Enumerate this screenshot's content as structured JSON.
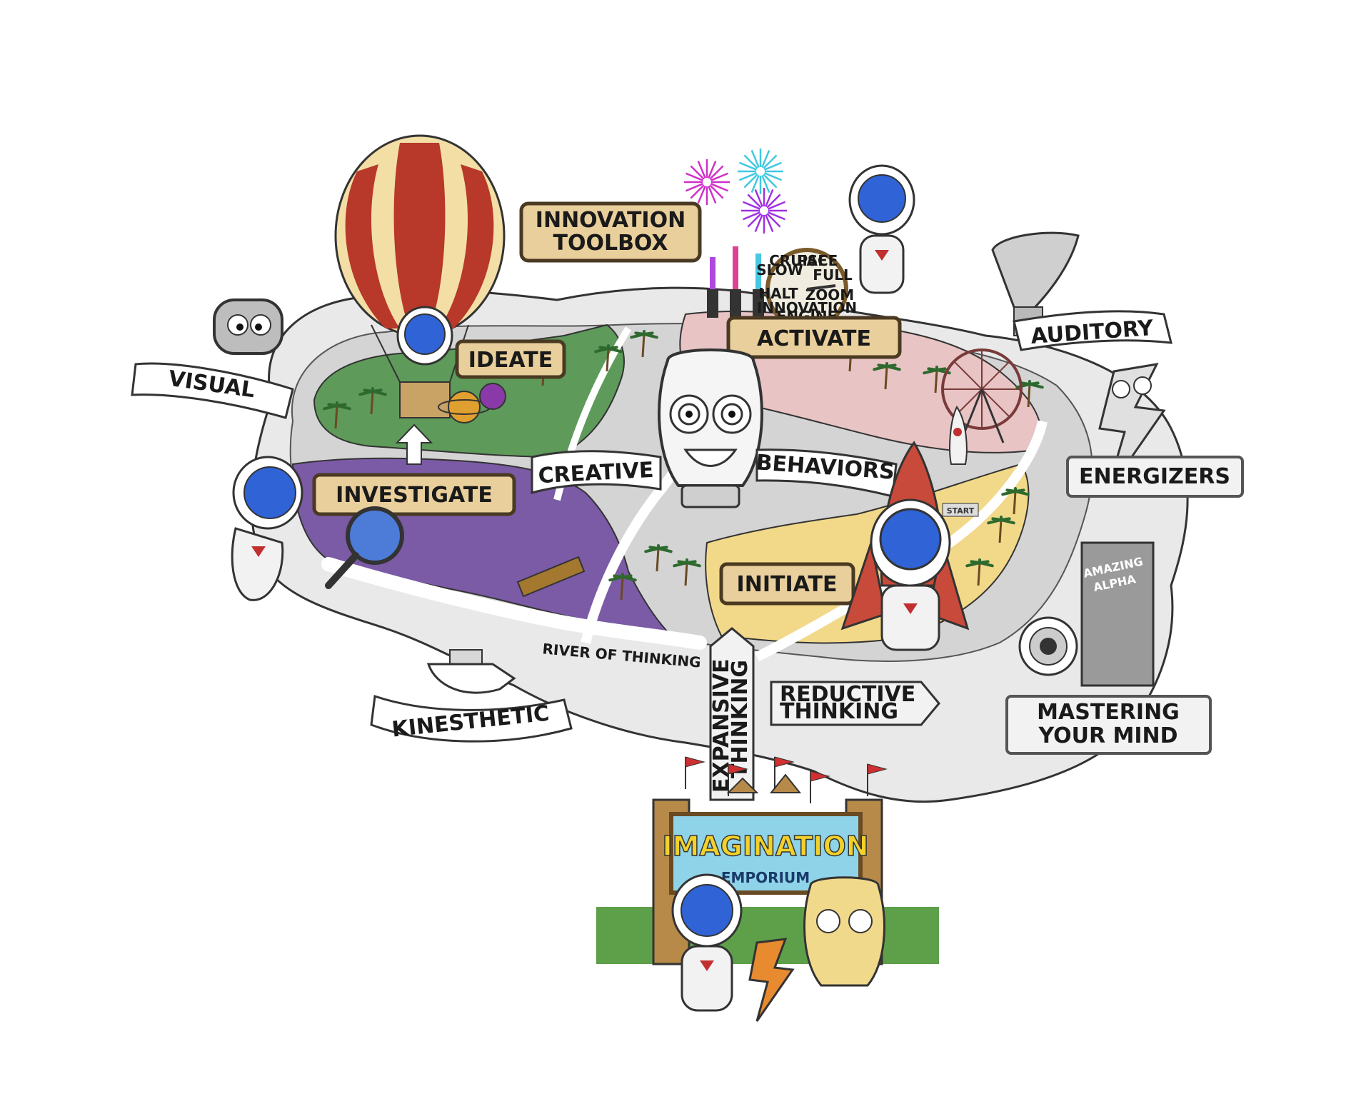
{
  "labels": {
    "innovation_toolbox_line1": "INNOVATION",
    "innovation_toolbox_line2": "TOOLBOX",
    "activate": "ACTIVATE",
    "ideate": "IDEATE",
    "investigate": "INVESTIGATE",
    "initiate": "INITIATE",
    "creative": "CREATIVE",
    "behaviors": "BEHAVIORS",
    "visual": "VISUAL",
    "auditory": "AUDITORY",
    "energizers": "ENERGIZERS",
    "kinesthetic": "KINESTHETIC",
    "river_of_thinking": "RIVER OF THINKING",
    "expansive_line1": "EXPANSIVE",
    "expansive_line2": "THINKING",
    "reductive_line1": "REDUCTIVE",
    "reductive_line2": "THINKING",
    "mastering_line1": "MASTERING",
    "mastering_line2": "YOUR MIND",
    "amazing_line1": "AMAZING",
    "amazing_line2": "ALPHA",
    "start": "START",
    "imagination": "IMAGINATION",
    "emporium": "EMPORIUM"
  },
  "gauge": {
    "slow": "SLOW",
    "cruise": "CRUISE",
    "pace": "PACE",
    "full": "FULL",
    "halt": "HALT",
    "zoom": "ZOOM",
    "innovation": "INNOVATION",
    "engine": "ENGINE"
  },
  "colors": {
    "ideate_zone": "#5e9a5a",
    "activate_zone": "#e8c4c4",
    "investigate_zone": "#7b5aa6",
    "initiate_zone": "#f2d98a",
    "sign_fill": "#e9cf9b",
    "sign_border": "#4a3a22",
    "robot_visor": "#2f63d6",
    "balloon_red": "#b8382a",
    "balloon_cream": "#f3dfa6",
    "imagination_yellow": "#f2d12a",
    "emporium_blue": "#8fd3e8"
  }
}
